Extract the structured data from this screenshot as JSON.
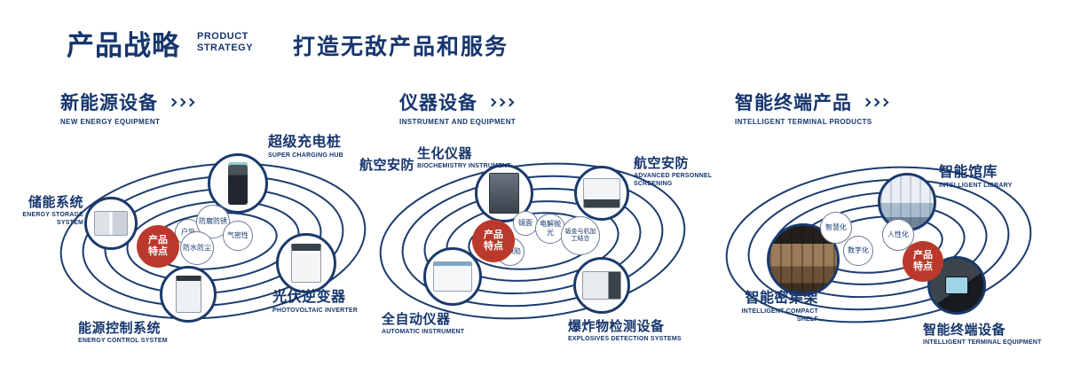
{
  "colors": {
    "navy": "#16366e",
    "red": "#bb392c",
    "ring": "#1c3c6e"
  },
  "icons": {
    "section_arrow": "chevron-right-triple"
  },
  "header": {
    "title_cn": "产品战略",
    "title_en_line1": "PRODUCT",
    "title_en_line2": "STRATEGY",
    "subtitle": "打造无敌产品和服务"
  },
  "sections": [
    {
      "title": "新能源设备",
      "subtitle": "NEW ENERGY EQUIPMENT",
      "center_label": "产品特点",
      "features": [
        "户外",
        "防腐防锈",
        "气密性",
        "防水防尘"
      ],
      "products": [
        {
          "name": "储能系统",
          "en": "ENERGY STORAGE SYSTEM"
        },
        {
          "name": "超级充电桩",
          "en": "SUPER CHARGING HUB"
        },
        {
          "name": "光伏逆变器",
          "en": "PHOTOVOLTAIC INVERTER"
        },
        {
          "name": "能源控制系统",
          "en": "ENERGY CONTROL SYSTEM"
        }
      ]
    },
    {
      "title": "仪器设备",
      "subtitle": "INSTRUMENT AND EQUIPMENT",
      "center_label": "产品特点",
      "extra_label": "航空安防",
      "features": [
        "镜面",
        "电解抛光",
        "钣金与机加工结合",
        "零缺陷"
      ],
      "products": [
        {
          "name": "生化仪器",
          "en": "BIOCHEMISTRY INSTRUMENT"
        },
        {
          "name": "航空安防",
          "en": "ADVANCED PERSONNEL SCREENING"
        },
        {
          "name": "全自动仪器",
          "en": "AUTOMATIC INSTRUMENT"
        },
        {
          "name": "爆炸物检测设备",
          "en": "EXPLOSIVES DETECTION SYSTEMS"
        }
      ]
    },
    {
      "title": "智能终端产品",
      "subtitle": "INTELLIGENT TERMINAL PRODUCTS",
      "center_label": "产品特点",
      "features": [
        "智慧化",
        "人性化",
        "数字化"
      ],
      "products": [
        {
          "name": "智能馆库",
          "en": "INTELLIGENT LIBRARY"
        },
        {
          "name": "智能密集架",
          "en": "INTELLIGENT COMPACT SHELF"
        },
        {
          "name": "智能终端设备",
          "en": "INTELLIGENT TERMINAL EQUIPMENT"
        }
      ]
    }
  ]
}
